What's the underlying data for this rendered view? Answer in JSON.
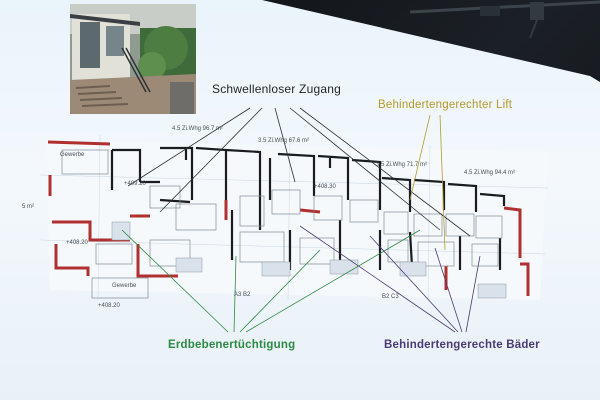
{
  "callouts": {
    "zugang": "Schwellenloser Zugang",
    "lift": "Behindertengerechter Lift",
    "erdbeben": "Erdbebenertüchtigung",
    "baeder": "Behindertengerechte Bäder"
  },
  "plan_labels": {
    "gewerbe_top": "Gewerbe",
    "gewerbe_bottom": "Gewerbe",
    "elev_a": "+408.20",
    "elev_b": "+408.20",
    "elev_c": "+409.20",
    "elev_d": "+408.30",
    "area_5m2": "5 m²",
    "unit_a": "4.5 Zi.Whg 96.7 m²",
    "unit_b": "3.5 Zi.Whg 67.6 m²",
    "unit_c": "3.5 Zi.Whg 71.7 m²",
    "unit_d": "4.5 Zi.Whg 94.4 m²",
    "code_a": "A3 B2",
    "code_b": "B2 C3"
  },
  "colors": {
    "callout_black": "#1f2326",
    "callout_olive": "#b39a2a",
    "callout_green": "#2d8a45",
    "callout_purple": "#4b3a73",
    "plan_wall": "#1a1c20",
    "plan_red": "#b03030",
    "plan_room": "#f6f9fb"
  }
}
